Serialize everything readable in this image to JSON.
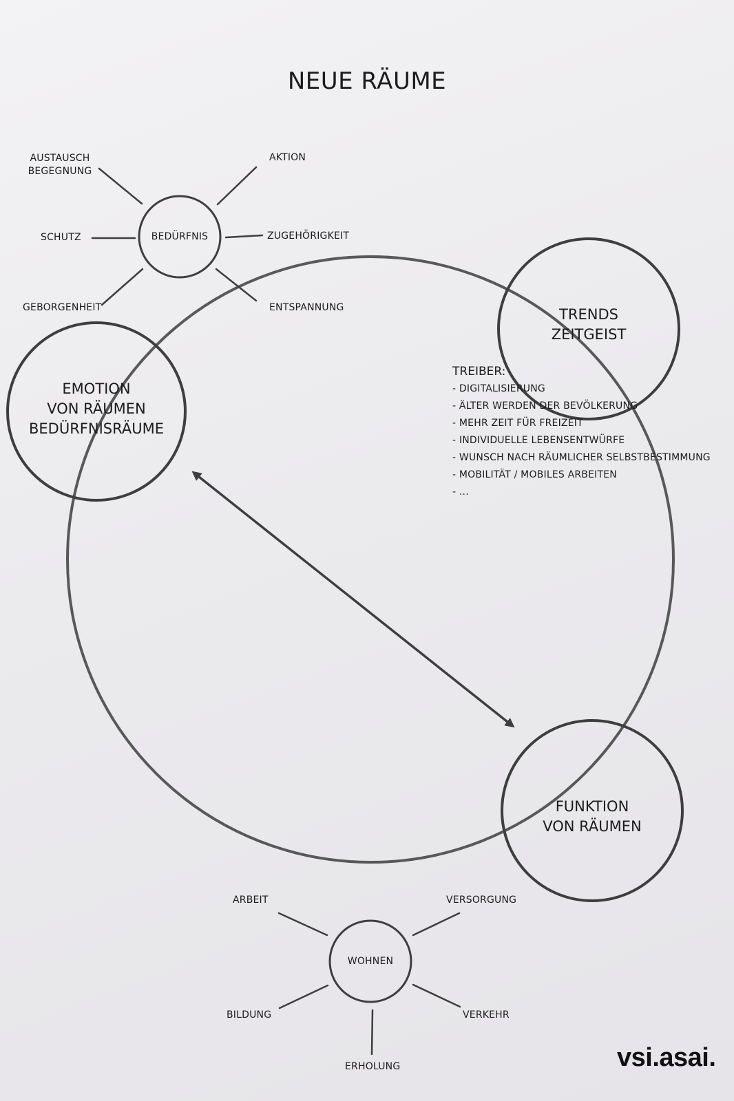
{
  "title": "NEUE RÄUME",
  "needs": {
    "center": "BEDÜRFNIS",
    "rays": {
      "austausch": [
        "AUSTAUSCH",
        "BEGEGNUNG"
      ],
      "aktion": "AKTION",
      "schutz": "SCHUTZ",
      "zugehoerigkeit": "ZUGEHÖRIGKEIT",
      "geborgenheit": "GEBORGENHEIT",
      "entspannung": "ENTSPANNUNG"
    }
  },
  "emotion": [
    "EMOTION",
    "VON RÄUMEN",
    "BEDÜRFNISRÄUME"
  ],
  "trends": [
    "TRENDS",
    "ZEITGEIST"
  ],
  "drivers": {
    "title": "TREIBER:",
    "items": [
      "- DIGITALISIERUNG",
      "- ÄLTER WERDEN DER BEVÖLKERUNG",
      "- MEHR ZEIT FÜR FREIZEIT",
      "- INDIVIDUELLE LEBENSENTWÜRFE",
      "- WUNSCH NACH RÄUMLICHER SELBSTBESTIMMUNG",
      "- MOBILITÄT / MOBILES ARBEITEN",
      "- ..."
    ]
  },
  "function": [
    "FUNKTION",
    "VON RÄUMEN"
  ],
  "living": {
    "center": "WOHNEN",
    "rays": {
      "arbeit": "ARBEIT",
      "versorgung": "VERSORGUNG",
      "bildung": "BILDUNG",
      "verkehr": "VERKEHR",
      "erholung": "ERHOLUNG"
    }
  },
  "logo": "vsi.asai.",
  "colors": {
    "ink": "#3e3e3e",
    "paper": "#ecebee"
  }
}
